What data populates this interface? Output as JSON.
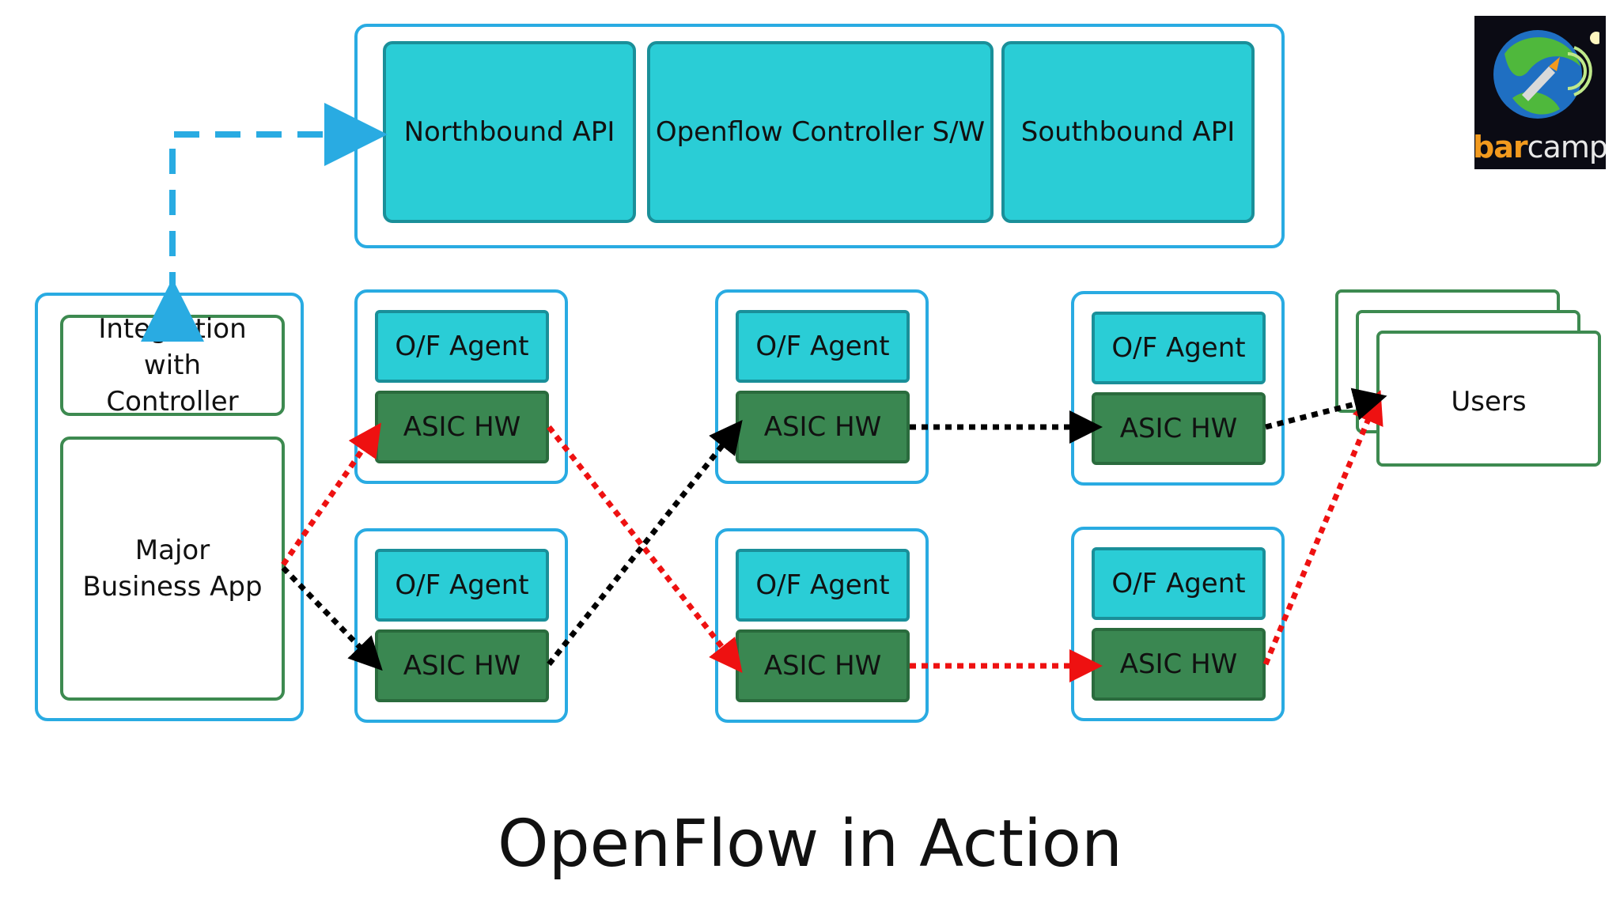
{
  "controller": {
    "northbound": "Northbound API",
    "software": "Openflow Controller S/W",
    "southbound": "Southbound API"
  },
  "app": {
    "integration": "Integration with Controller",
    "business": "Major Business App"
  },
  "switches": {
    "agent_label": "O/F Agent",
    "hw_label": "ASIC HW"
  },
  "users": {
    "label": "Users"
  },
  "logo": {
    "part1": "bar",
    "part2": "camp"
  },
  "title": "OpenFlow in Action",
  "colors": {
    "blue_border": "#29abe2",
    "teal": "#2acdd6",
    "green": "#3a8751",
    "red_path": "#ee1111",
    "black_path": "#000000"
  }
}
